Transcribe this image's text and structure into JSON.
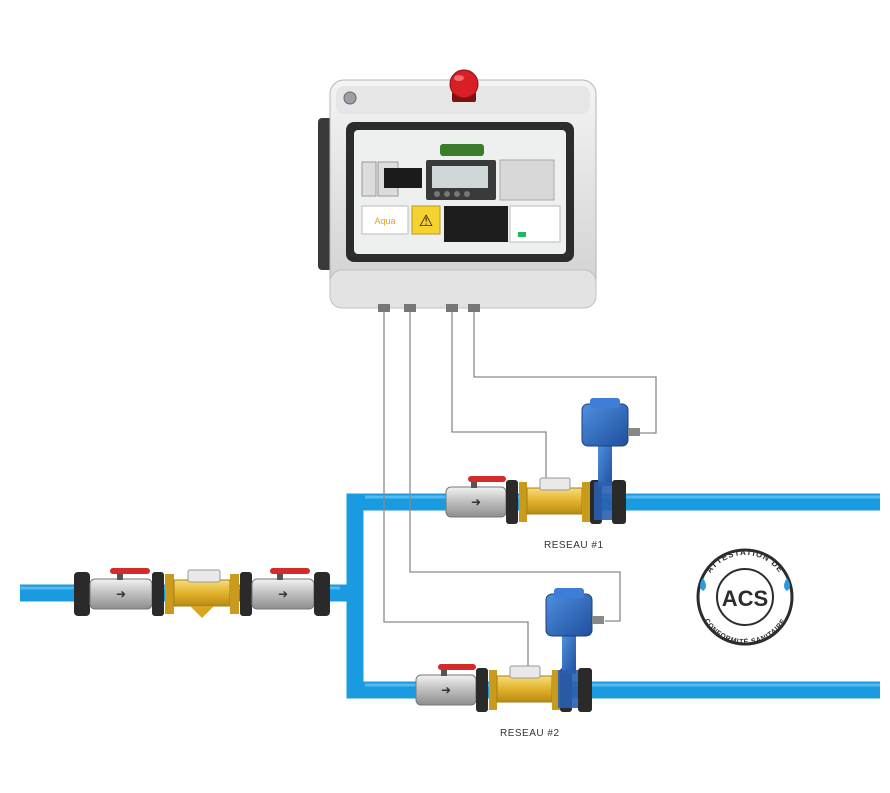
{
  "labels": {
    "network1": "RESEAU #1",
    "network2": "RESEAU #2"
  },
  "cabinet": {
    "brand": "Aqua",
    "warning_glyph": "⚠"
  },
  "badge": {
    "top_text": "ATTESTATION DE",
    "center": "ACS",
    "bottom_text": "CONFORMITÉ SANITAIRE"
  },
  "colors": {
    "pipe": "#1a9be0",
    "valve_body": "#c8c8c8",
    "valve_handle": "#d42a2a",
    "brass": "#e2b12c",
    "sensor": "#2f6fc6",
    "stop_button": "#d81f26",
    "cabinet_frame": "#dcdcdc",
    "wire": "#8a8a8a"
  },
  "icons": [
    "stop-button-icon",
    "warning-icon",
    "water-drop-icon",
    "flow-arrow-icon"
  ]
}
